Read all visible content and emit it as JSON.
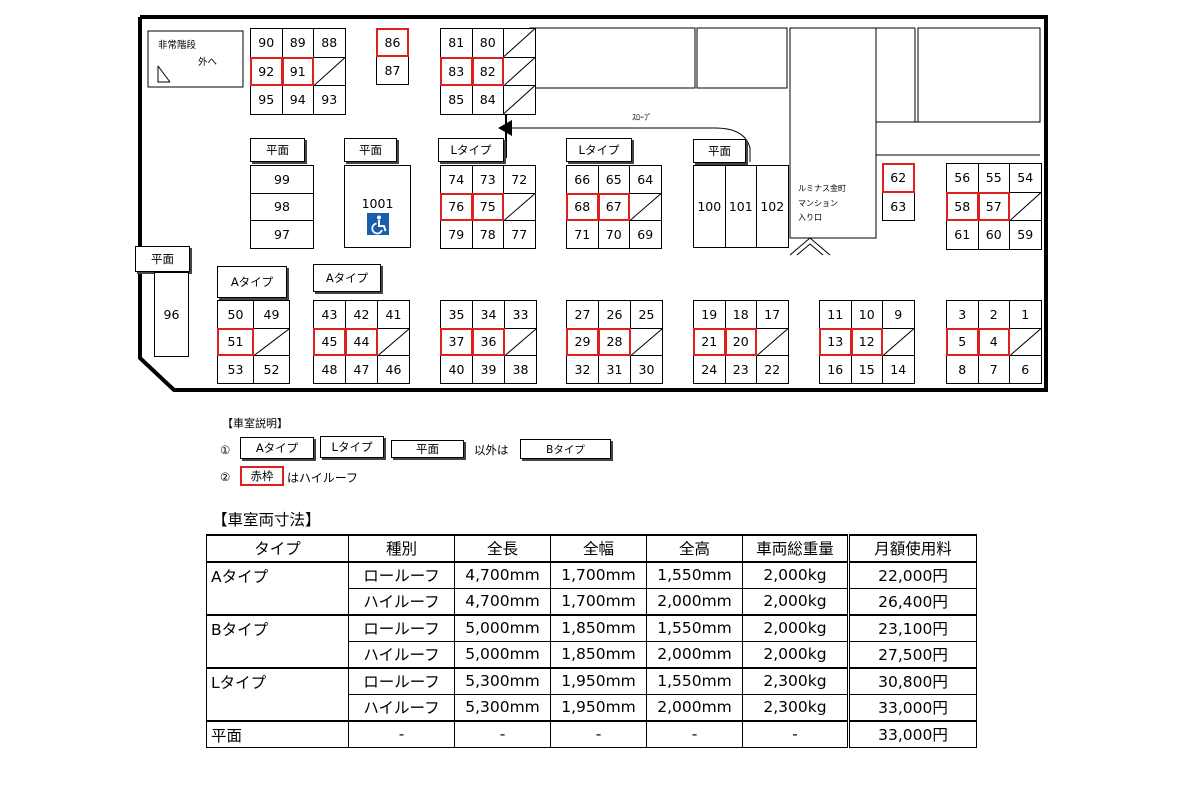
{
  "lot": {
    "emergency_stairs": "非常階段",
    "to_outside": "外へ",
    "slope": "ｽﾛｰﾌﾟ",
    "entrance_line1": "ルミナス金町",
    "entrance_line2": "マンション",
    "entrance_line3": "入り口",
    "label_flat": "平面",
    "label_l_type": "Lタイプ",
    "label_a_type": "Aタイプ",
    "space_1001": "1001",
    "accessible_icon": "wheelchair-icon",
    "high_roof_color": "#e02020",
    "accessible_color": "#1a5fae",
    "blocks": [
      {
        "rows": [
          [
            "90",
            "89",
            "88"
          ],
          [
            "92",
            "91",
            "/"
          ],
          [
            "95",
            "94",
            "93"
          ]
        ],
        "red": [
          "92",
          "91"
        ]
      },
      {
        "rows": [
          [
            "86"
          ],
          [
            "87"
          ]
        ],
        "red": [
          "86"
        ]
      },
      {
        "rows": [
          [
            "81",
            "80",
            "/"
          ],
          [
            "83",
            "82",
            "/"
          ],
          [
            "85",
            "84",
            "/"
          ]
        ],
        "red": [
          "83",
          "82"
        ]
      },
      {
        "rows": [
          [
            "99"
          ],
          [
            "98"
          ],
          [
            "97"
          ]
        ],
        "red": []
      },
      {
        "rows": [
          [
            "74",
            "73",
            "72"
          ],
          [
            "76",
            "75",
            "/"
          ],
          [
            "79",
            "78",
            "77"
          ]
        ],
        "red": [
          "76",
          "75"
        ]
      },
      {
        "rows": [
          [
            "66",
            "65",
            "64"
          ],
          [
            "68",
            "67",
            "/"
          ],
          [
            "71",
            "70",
            "69"
          ]
        ],
        "red": [
          "68",
          "67"
        ]
      },
      {
        "rows": [
          [
            "100",
            "101",
            "102"
          ]
        ],
        "red": []
      },
      {
        "rows": [
          [
            "62"
          ],
          [
            "63"
          ]
        ],
        "red": [
          "62"
        ]
      },
      {
        "rows": [
          [
            "56",
            "55",
            "54"
          ],
          [
            "58",
            "57",
            "/"
          ],
          [
            "61",
            "60",
            "59"
          ]
        ],
        "red": [
          "58",
          "57"
        ]
      },
      {
        "rows": [
          [
            "96"
          ]
        ],
        "red": []
      },
      {
        "rows": [
          [
            "50",
            "49"
          ],
          [
            "51",
            "/"
          ],
          [
            "53",
            "52"
          ]
        ],
        "red": [
          "51"
        ]
      },
      {
        "rows": [
          [
            "43",
            "42",
            "41"
          ],
          [
            "45",
            "44",
            "/"
          ],
          [
            "48",
            "47",
            "46"
          ]
        ],
        "red": [
          "45",
          "44"
        ]
      },
      {
        "rows": [
          [
            "35",
            "34",
            "33"
          ],
          [
            "37",
            "36",
            "/"
          ],
          [
            "40",
            "39",
            "38"
          ]
        ],
        "red": [
          "37",
          "36"
        ]
      },
      {
        "rows": [
          [
            "27",
            "26",
            "25"
          ],
          [
            "29",
            "28",
            "/"
          ],
          [
            "32",
            "31",
            "30"
          ]
        ],
        "red": [
          "29",
          "28"
        ]
      },
      {
        "rows": [
          [
            "19",
            "18",
            "17"
          ],
          [
            "21",
            "20",
            "/"
          ],
          [
            "24",
            "23",
            "22"
          ]
        ],
        "red": [
          "21",
          "20"
        ]
      },
      {
        "rows": [
          [
            "11",
            "10",
            "9"
          ],
          [
            "13",
            "12",
            "/"
          ],
          [
            "16",
            "15",
            "14"
          ]
        ],
        "red": [
          "13",
          "12"
        ]
      },
      {
        "rows": [
          [
            "3",
            "2",
            "1"
          ],
          [
            "5",
            "4",
            "/"
          ],
          [
            "8",
            "7",
            "6"
          ]
        ],
        "red": [
          "5",
          "4"
        ]
      }
    ]
  },
  "legend": {
    "title": "【車室説明】",
    "item1_num": "①",
    "a_type": "Aタイプ",
    "l_type": "Lタイプ",
    "flat": "平面",
    "except": "以外は",
    "b_type": "Bタイプ",
    "item2_num": "②",
    "red_frame": "赤枠",
    "high_roof_note": "はハイルーフ"
  },
  "dimensions": {
    "title": "【車室両寸法】",
    "headers": [
      "タイプ",
      "種別",
      "全長",
      "全幅",
      "全高",
      "車両総重量",
      "月額使用料"
    ],
    "rows": [
      {
        "type": "Aタイプ",
        "kind": "ロールーフ",
        "length": "4,700mm",
        "width": "1,700mm",
        "height": "1,550mm",
        "weight": "2,000kg",
        "price": "22,000円"
      },
      {
        "type": "",
        "kind": "ハイルーフ",
        "length": "4,700mm",
        "width": "1,700mm",
        "height": "2,000mm",
        "weight": "2,000kg",
        "price": "26,400円"
      },
      {
        "type": "Bタイプ",
        "kind": "ロールーフ",
        "length": "5,000mm",
        "width": "1,850mm",
        "height": "1,550mm",
        "weight": "2,000kg",
        "price": "23,100円"
      },
      {
        "type": "",
        "kind": "ハイルーフ",
        "length": "5,000mm",
        "width": "1,850mm",
        "height": "2,000mm",
        "weight": "2,000kg",
        "price": "27,500円"
      },
      {
        "type": "Lタイプ",
        "kind": "ロールーフ",
        "length": "5,300mm",
        "width": "1,950mm",
        "height": "1,550mm",
        "weight": "2,300kg",
        "price": "30,800円"
      },
      {
        "type": "",
        "kind": "ハイルーフ",
        "length": "5,300mm",
        "width": "1,950mm",
        "height": "2,000mm",
        "weight": "2,300kg",
        "price": "33,000円"
      },
      {
        "type": "平面",
        "kind": "-",
        "length": "-",
        "width": "-",
        "height": "-",
        "weight": "-",
        "price": "33,000円"
      }
    ]
  }
}
